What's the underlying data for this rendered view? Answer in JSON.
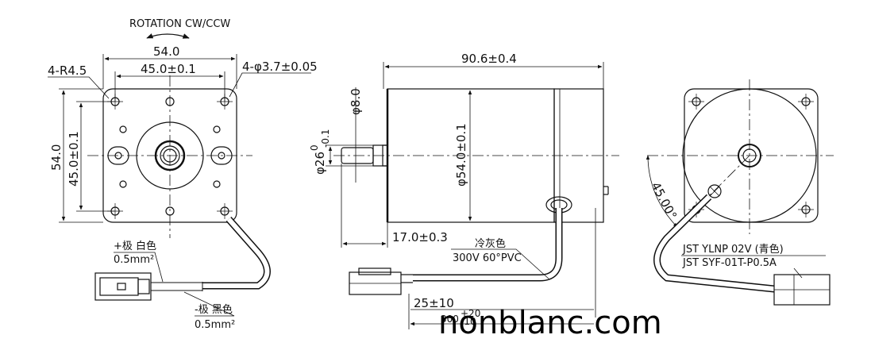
{
  "front_view": {
    "rotation": "ROTATION CW/CCW",
    "width_outer": "54.0",
    "width_pitch": "45.0±0.1",
    "corner_radius": "4-R4.5",
    "hole_spec": "4-φ3.7±0.05",
    "height_outer": "54.0",
    "height_pitch": "45.0±0.1",
    "wire_pos_label": "+极 白色",
    "wire_pos_gauge": "0.5mm²",
    "wire_neg_label": "-极 黑色",
    "wire_neg_gauge": "0.5mm²"
  },
  "side_view": {
    "length": "90.6±0.4",
    "shaft_dia": "φ8.0",
    "boss_dia": "φ26",
    "boss_tol_upper": "0",
    "boss_tol_lower": "-0.1",
    "body_dia": "φ54.0±0.1",
    "shaft_len": "17.0±0.3",
    "cable_color": "冷灰色",
    "cable_spec": "300V 60°PVC",
    "strip_len": "25±10",
    "lead_len": "300",
    "lead_tol_upper": "+20",
    "lead_tol_lower": "-10"
  },
  "rear_view": {
    "angle": "45.00°",
    "connector_1": "JST YLNP 02V (青色)",
    "connector_2": "JST SYF-01T-P0.5A"
  },
  "watermark": "nonblanc.com"
}
